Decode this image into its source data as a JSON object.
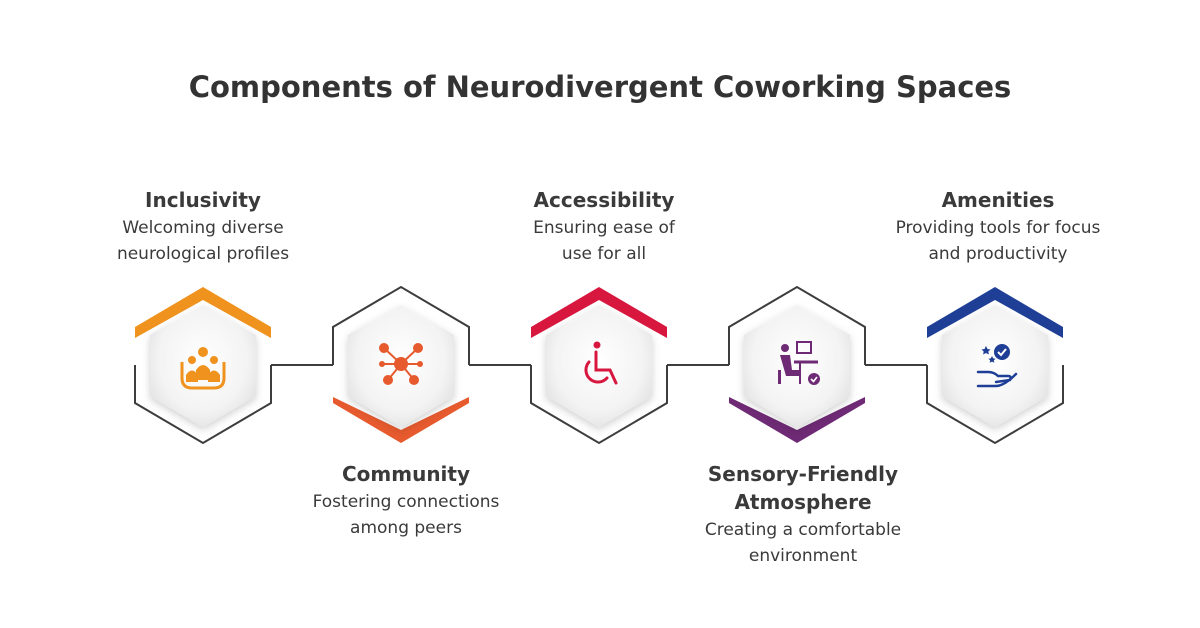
{
  "title": "Components of Neurodivergent Coworking Spaces",
  "components": [
    {
      "heading": "Inclusivity",
      "description": "Welcoming diverse\nneurological profiles",
      "accent_color": "#f0921e",
      "icon": "inclusivity-people-icon",
      "label_position": "top"
    },
    {
      "heading": "Community",
      "description": "Fostering connections\namong peers",
      "accent_color": "#e65a2e",
      "icon": "network-people-icon",
      "label_position": "bottom"
    },
    {
      "heading": "Accessibility",
      "description": "Ensuring ease of\nuse for all",
      "accent_color": "#d8173f",
      "icon": "wheelchair-icon",
      "label_position": "top"
    },
    {
      "heading": "Sensory-Friendly\nAtmosphere",
      "description": "Creating a comfortable\nenvironment",
      "accent_color": "#6e2a74",
      "icon": "person-at-desk-icon",
      "label_position": "bottom"
    },
    {
      "heading": "Amenities",
      "description": "Providing tools for focus\nand productivity",
      "accent_color": "#1f3f97",
      "icon": "hand-badge-stars-icon",
      "label_position": "top"
    }
  ]
}
